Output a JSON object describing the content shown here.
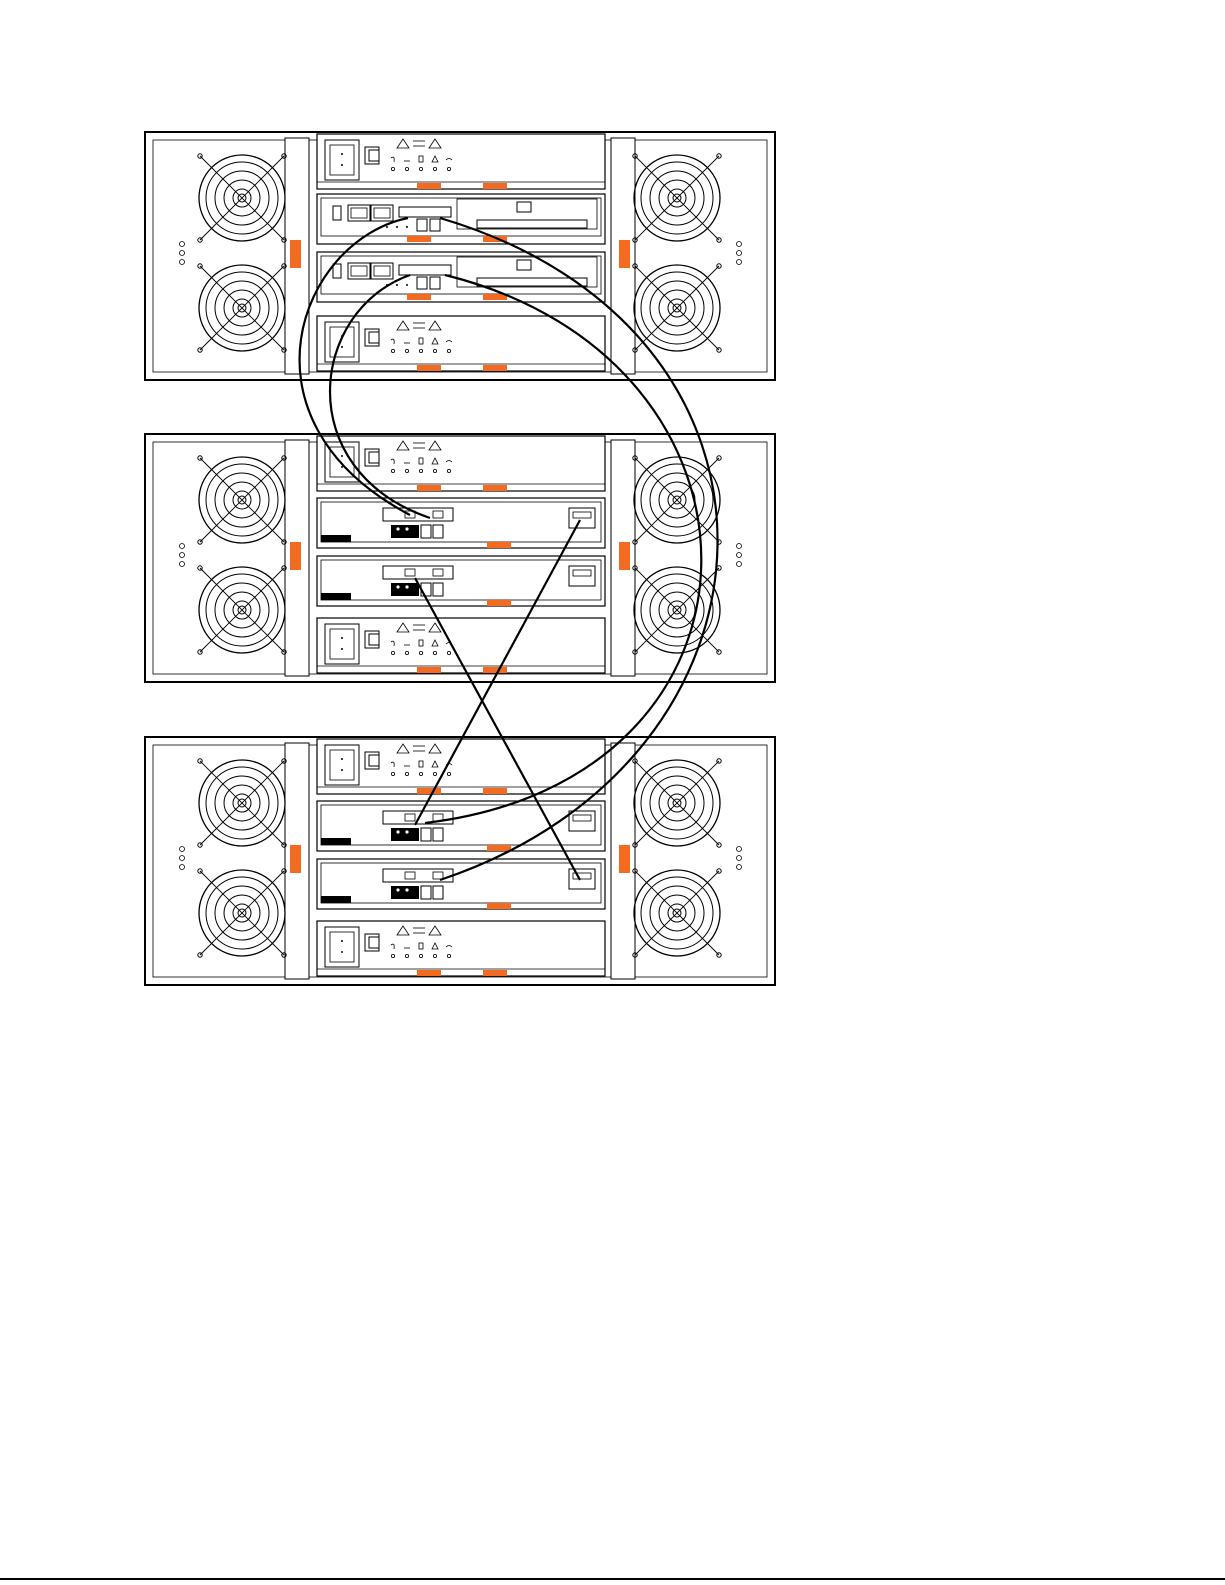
{
  "figure": {
    "description_visible_text": "",
    "colors": {
      "line": "#000000",
      "background": "#ffffff",
      "latch": "#f26b21",
      "panel_fill": "#ffffff",
      "dark_label": "#000000"
    }
  },
  "enclosures": [
    {
      "id": "controller-enclosure",
      "kind": "controller",
      "modules": [
        "power-supply",
        "controller-a",
        "controller-b",
        "power-supply"
      ]
    },
    {
      "id": "expansion-enclosure-1",
      "kind": "expansion",
      "modules": [
        "power-supply",
        "esm-a",
        "esm-b",
        "power-supply"
      ]
    },
    {
      "id": "expansion-enclosure-2",
      "kind": "expansion",
      "modules": [
        "power-supply",
        "esm-a",
        "esm-b",
        "power-supply"
      ]
    }
  ],
  "icons": {
    "fan": "fan-icon",
    "power": "power-inlet-icon",
    "latch": "release-latch-icon",
    "port": "sas-port-icon"
  }
}
